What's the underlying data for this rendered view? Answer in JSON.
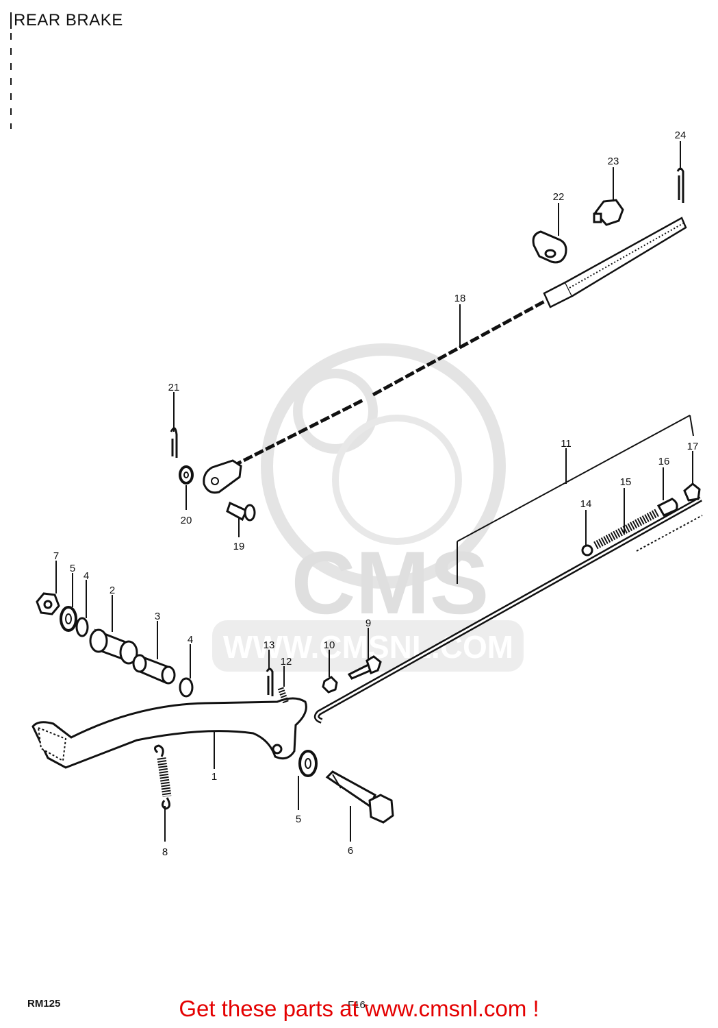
{
  "title": "REAR BRAKE",
  "model_code": "RM125",
  "diagram_code": "F16-",
  "watermark": {
    "brand": "CMS",
    "url": "WWW.CMSNL.COM",
    "color": "#d9d9d9"
  },
  "footer_text": "Get these parts at www.cmsnl.com !",
  "footer_color": "#e40000",
  "callouts": [
    "1",
    "2",
    "3",
    "4",
    "4",
    "5",
    "5",
    "6",
    "7",
    "8",
    "9",
    "10",
    "11",
    "12",
    "13",
    "14",
    "15",
    "16",
    "17",
    "18",
    "19",
    "20",
    "21",
    "22",
    "23",
    "24"
  ],
  "parts": [
    {
      "no": "1",
      "part": "brake-pedal"
    },
    {
      "no": "2",
      "part": "bushing"
    },
    {
      "no": "3",
      "part": "spacer"
    },
    {
      "no": "4",
      "part": "o-ring"
    },
    {
      "no": "5",
      "part": "washer"
    },
    {
      "no": "6",
      "part": "pivot-bolt"
    },
    {
      "no": "7",
      "part": "nut"
    },
    {
      "no": "8",
      "part": "return-spring"
    },
    {
      "no": "9",
      "part": "bolt"
    },
    {
      "no": "10",
      "part": "nut"
    },
    {
      "no": "11",
      "part": "brake-rod-assembly"
    },
    {
      "no": "12",
      "part": "spring"
    },
    {
      "no": "13",
      "part": "cotter-pin"
    },
    {
      "no": "14",
      "part": "rod-end"
    },
    {
      "no": "15",
      "part": "spring"
    },
    {
      "no": "16",
      "part": "joint"
    },
    {
      "no": "17",
      "part": "adjust-nut"
    },
    {
      "no": "18",
      "part": "brake-cable"
    },
    {
      "no": "19",
      "part": "pin"
    },
    {
      "no": "20",
      "part": "washer"
    },
    {
      "no": "21",
      "part": "cotter-pin"
    },
    {
      "no": "22",
      "part": "joint"
    },
    {
      "no": "23",
      "part": "adjust-nut"
    },
    {
      "no": "24",
      "part": "cotter-pin"
    }
  ]
}
